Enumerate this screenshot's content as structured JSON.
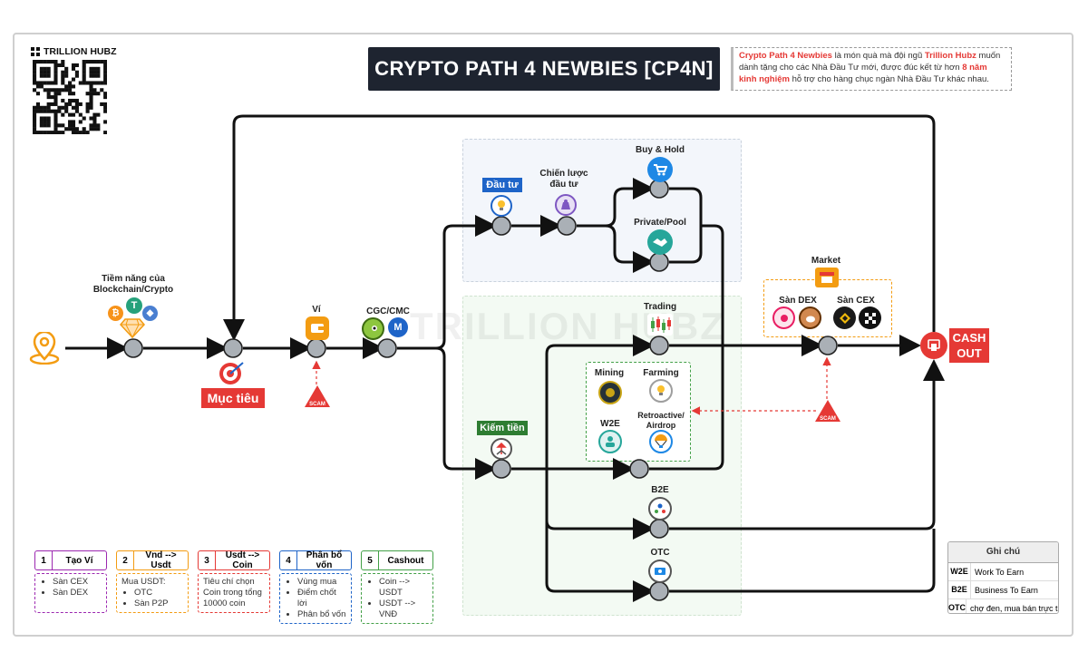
{
  "header": {
    "title": "CRYPTO PATH 4 NEWBIES [CP4N]",
    "brand": "TRILLION HUBZ",
    "intro": {
      "part1": "Crypto Path 4 Newbies",
      "part2": " là món quà mà đội ngũ ",
      "part3": "Trillion Hubz",
      "part4": " muốn dành tặng cho các Nhà Đầu Tư mới, được đúc kết từ hơn ",
      "part5": "8 năm kinh nghiệm",
      "part6": " hỗ trợ cho hàng chục ngàn Nhà Đầu Tư khác nhau."
    }
  },
  "watermark": "TRILLION HUBZ",
  "nodes": {
    "potential": "Tiềm năng của\nBlockchain/Crypto",
    "goal": "Mục tiêu",
    "wallet": "Ví",
    "cgc_cmc": "CGC/CMC",
    "invest": "Đầu tư",
    "strategy": "Chiến lược\nđầu tư",
    "buy_hold": "Buy & Hold",
    "private_pool": "Private/Pool",
    "trading": "Trading",
    "mining": "Mining",
    "farming": "Farming",
    "w2e": "W2E",
    "retroactive": "Retroactive/\nAirdrop",
    "earn": "Kiếm tiền",
    "b2e": "B2E",
    "otc": "OTC",
    "market": "Market",
    "dex": "Sàn DEX",
    "cex": "Sàn CEX",
    "cashout": "CASH\nOUT",
    "scam": "SCAM"
  },
  "steps": [
    {
      "num": "1",
      "title": "Tạo Ví",
      "color": "#9c27b0",
      "intro": "",
      "items": [
        "Sàn CEX",
        "Sàn DEX"
      ]
    },
    {
      "num": "2",
      "title": "Vnd --> Usdt",
      "color": "#f39c12",
      "intro": "Mua USDT:",
      "items": [
        "OTC",
        "Sàn P2P"
      ]
    },
    {
      "num": "3",
      "title": "Usdt --> Coin",
      "color": "#e53935",
      "intro": "Tiêu chí chọn\nCoin trong tổng\n10000 coin",
      "items": []
    },
    {
      "num": "4",
      "title": "Phân bổ vốn",
      "color": "#1e64c8",
      "intro": "",
      "items": [
        "Vùng mua",
        "Điểm chốt lời",
        "Phân bổ vốn"
      ]
    },
    {
      "num": "5",
      "title": "Cashout",
      "color": "#43a047",
      "intro": "",
      "items": [
        "Coin --> USDT",
        "USDT --> VNĐ"
      ]
    }
  ],
  "notes": {
    "title": "Ghi chú",
    "rows": [
      {
        "key": "W2E",
        "value": "Work To Earn"
      },
      {
        "key": "B2E",
        "value": "Business To Earn"
      },
      {
        "key": "OTC",
        "value": "chợ đen, mua bán trực tiếp"
      }
    ]
  },
  "colors": {
    "title_bg": "#1e2430",
    "accent_red": "#e53935",
    "accent_blue": "#1e64c8",
    "accent_green": "#2e7d32",
    "node_gray": "#aab0b6"
  }
}
